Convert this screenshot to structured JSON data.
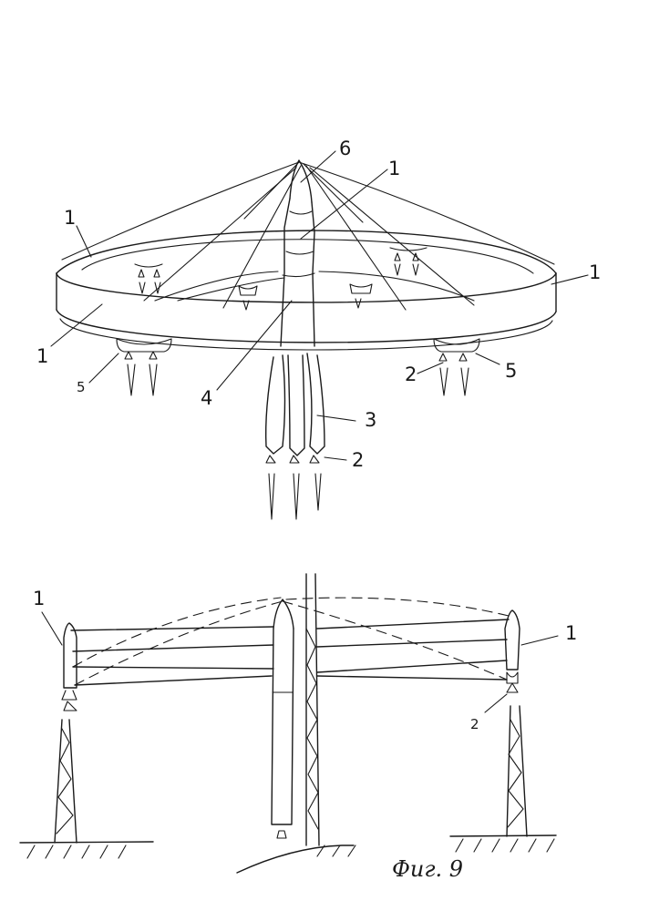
{
  "figure": {
    "caption": "Фиг. 9",
    "top_view": {
      "labels": {
        "ring_left_top": "1",
        "ring_left_front": "1",
        "ring_right": "1",
        "central_stage": "1",
        "nose": "6",
        "core_stage": "4",
        "boosters": "3",
        "engine_bottom": "2",
        "engine_right": "2",
        "engine_pod_left": "5",
        "engine_pod_right": "5"
      }
    },
    "bottom_view": {
      "labels": {
        "left_module": "1",
        "right_module": "1",
        "right_engine": "2"
      }
    }
  }
}
